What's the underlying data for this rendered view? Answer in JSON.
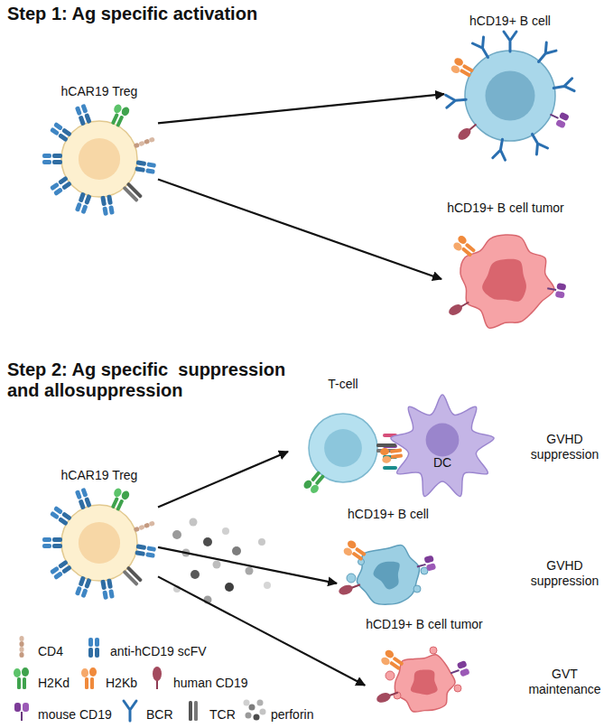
{
  "diagram": {
    "nodes": [
      {
        "text": [
          "hCAR19 Treg"
        ]
      },
      {
        "text": [
          "hCD19+ B cell"
        ]
      },
      {
        "text": [
          "hCD19+ B cell tumor"
        ]
      },
      {
        "text": [
          "hCAR19 Treg"
        ]
      },
      {
        "text": [
          "T-cell"
        ]
      },
      {
        "text": [
          "DC"
        ]
      },
      {
        "text": [
          "hCD19+ B cell"
        ]
      },
      {
        "text": [
          "hCD19+ B cell tumor"
        ]
      }
    ],
    "edges": [
      {
        "from": 0,
        "to": 1,
        "arrow": "to"
      },
      {
        "from": 0,
        "to": 2,
        "arrow": "to"
      },
      {
        "from": 3,
        "to": 4,
        "arrow": "to"
      },
      {
        "from": 3,
        "to": 6,
        "arrow": "to"
      },
      {
        "from": 3,
        "to": 7,
        "arrow": "to"
      }
    ],
    "labels": [
      "Step 1: Ag specific activation",
      "Step 2: Ag specific  suppression and allosuppression",
      "GVHD suppression",
      "GVHD suppression",
      "GVT maintenance"
    ],
    "legend": [
      {
        "text": "CD4"
      },
      {
        "text": "anti-hCD19 scFV"
      },
      {
        "text": "H2Kd"
      },
      {
        "text": "H2Kb"
      },
      {
        "text": "human CD19"
      },
      {
        "text": "mouse CD19"
      },
      {
        "text": "BCR"
      },
      {
        "text": "TCR"
      },
      {
        "text": "perforin"
      }
    ]
  }
}
